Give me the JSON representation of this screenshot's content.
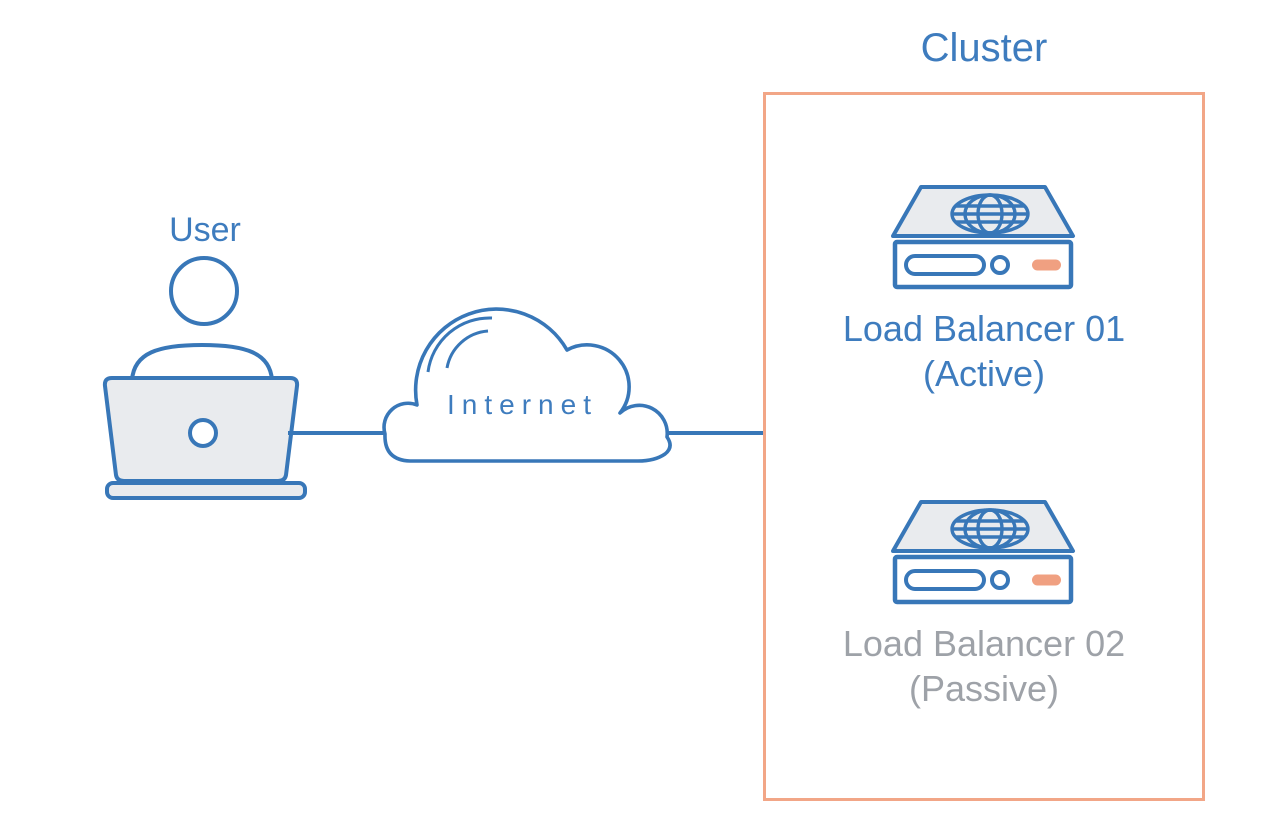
{
  "cluster": {
    "title": "Cluster",
    "load_balancers": [
      {
        "name": "Load Balancer 01",
        "status": "(Active)",
        "state_color": "#3E7CBE"
      },
      {
        "name": "Load Balancer 02",
        "status": "(Passive)",
        "state_color": "#9EA2A8"
      }
    ]
  },
  "nodes": {
    "user": {
      "label": "User"
    },
    "internet": {
      "label": "Internet"
    }
  },
  "connections": [
    {
      "from": "user",
      "to": "internet"
    },
    {
      "from": "internet",
      "to": "cluster"
    }
  ],
  "icons": {
    "user": "person-at-laptop-icon",
    "internet": "cloud-icon",
    "load_balancer": "server-globe-icon"
  },
  "colors": {
    "outline_blue": "#3877B8",
    "text_blue": "#3E7CBE",
    "text_gray": "#9EA2A8",
    "light_fill": "#E9EBEE",
    "accent_orange": "#F0A081",
    "cluster_border": "#F2A687",
    "background": "#FFFFFF"
  }
}
